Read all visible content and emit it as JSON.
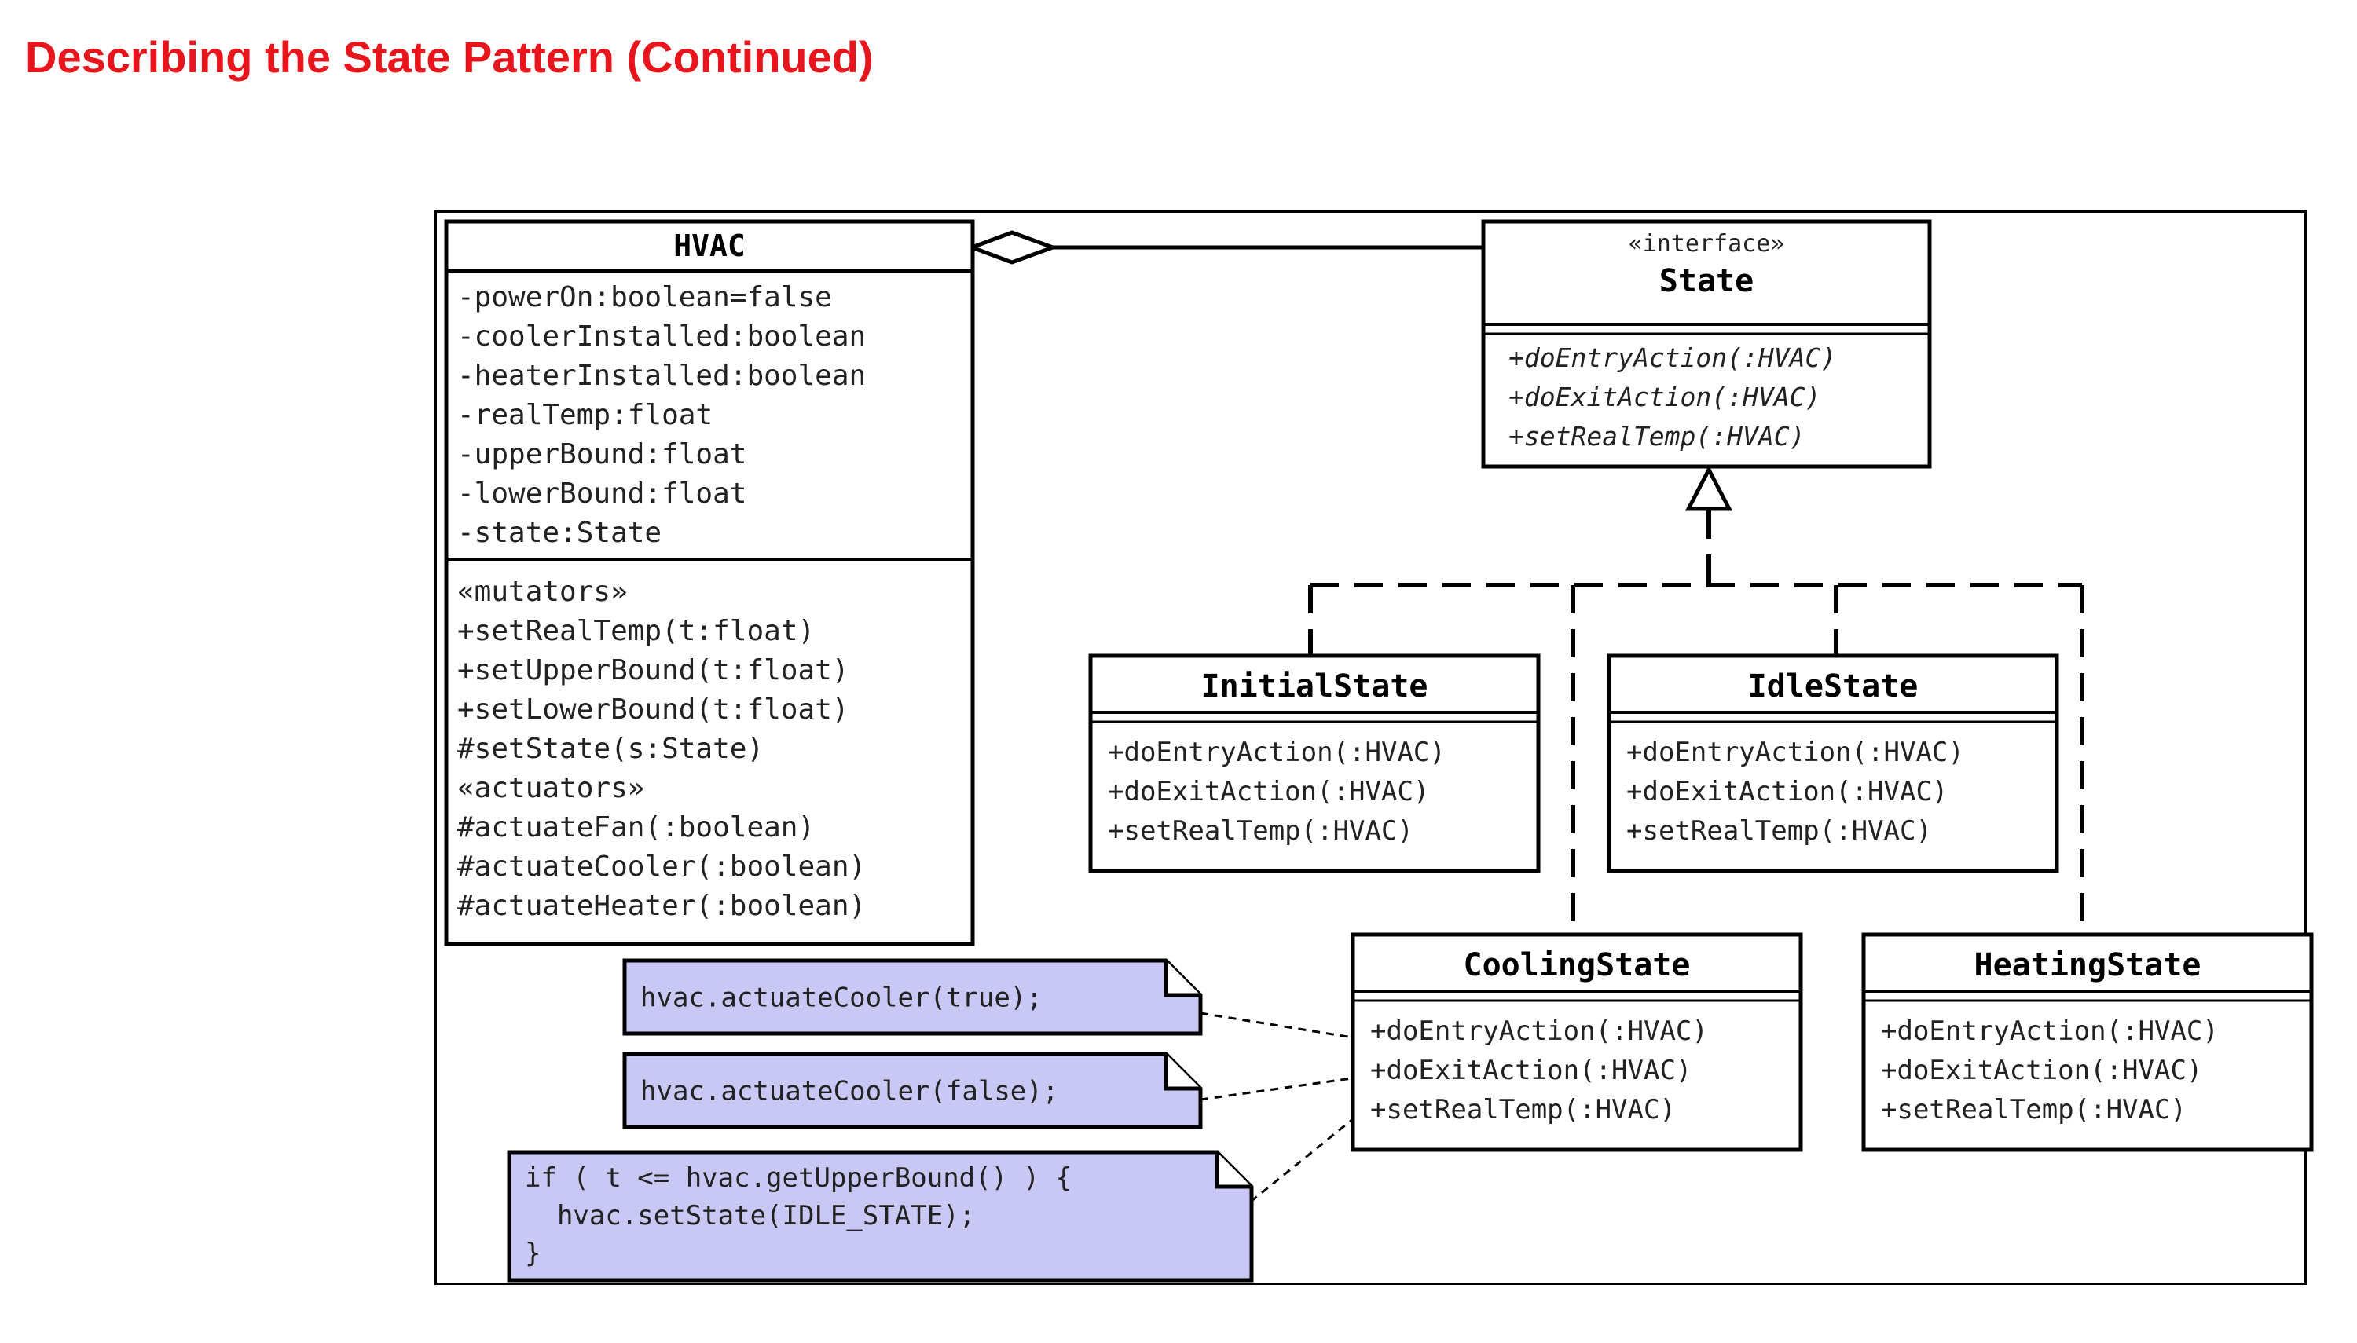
{
  "page": {
    "title": "Describing the State Pattern (Continued)"
  },
  "classes": {
    "hvac": {
      "name": "HVAC",
      "attributes": [
        "-powerOn:boolean=false",
        "-coolerInstalled:boolean",
        "-heaterInstalled:boolean",
        "-realTemp:float",
        "-upperBound:float",
        "-lowerBound:float",
        "-state:State"
      ],
      "operations": [
        "«mutators»",
        "+setRealTemp(t:float)",
        "+setUpperBound(t:float)",
        "+setLowerBound(t:float)",
        "#setState(s:State)",
        "«actuators»",
        "#actuateFan(:boolean)",
        "#actuateCooler(:boolean)",
        "#actuateHeater(:boolean)"
      ]
    },
    "state": {
      "stereotype": "«interface»",
      "name": "State",
      "operations": [
        "+doEntryAction(:HVAC)",
        "+doExitAction(:HVAC)",
        "+setRealTemp(:HVAC)"
      ]
    },
    "initial_state": {
      "name": "InitialState",
      "operations": [
        "+doEntryAction(:HVAC)",
        "+doExitAction(:HVAC)",
        "+setRealTemp(:HVAC)"
      ]
    },
    "idle_state": {
      "name": "IdleState",
      "operations": [
        "+doEntryAction(:HVAC)",
        "+doExitAction(:HVAC)",
        "+setRealTemp(:HVAC)"
      ]
    },
    "cooling_state": {
      "name": "CoolingState",
      "operations": [
        "+doEntryAction(:HVAC)",
        "+doExitAction(:HVAC)",
        "+setRealTemp(:HVAC)"
      ]
    },
    "heating_state": {
      "name": "HeatingState",
      "operations": [
        "+doEntryAction(:HVAC)",
        "+doExitAction(:HVAC)",
        "+setRealTemp(:HVAC)"
      ]
    }
  },
  "notes": {
    "entry": [
      "hvac.actuateCooler(true);"
    ],
    "exit": [
      "hvac.actuateCooler(false);"
    ],
    "set_real_temp": [
      "if ( t <= hvac.getUpperBound() ) {",
      "  hvac.setState(IDLE_STATE);",
      "}"
    ]
  },
  "colors": {
    "title": "#e8151c",
    "note_fill": "#c9c8f5",
    "line": "#000000"
  }
}
